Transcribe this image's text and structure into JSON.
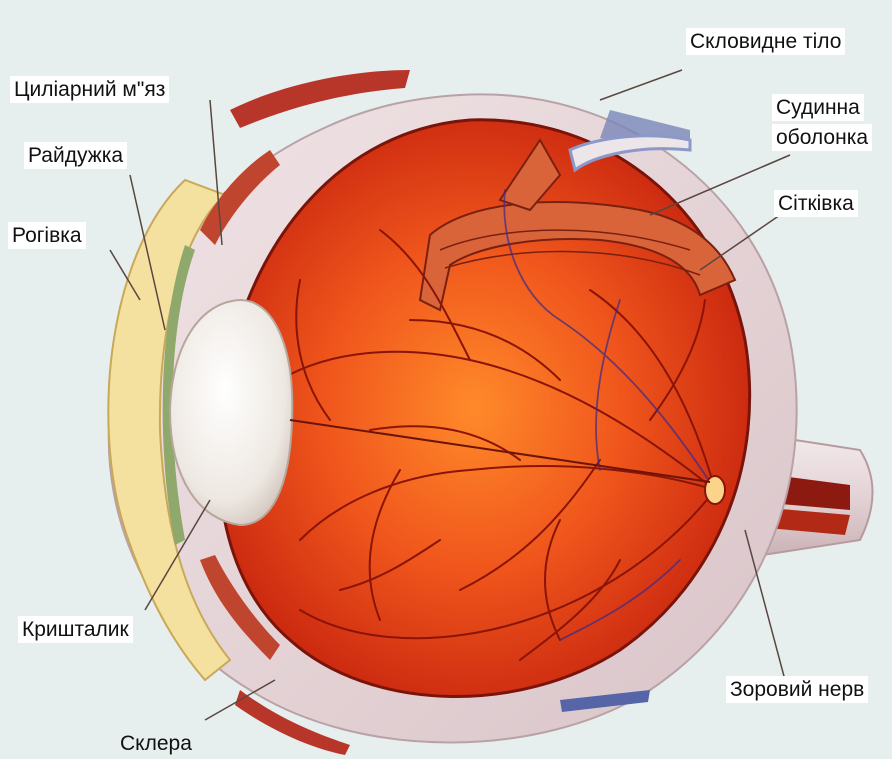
{
  "diagram": {
    "labels": {
      "vitreous_body": "Скловидне тіло",
      "ciliary_muscle": "Циліарний м\"яз",
      "choroid_line1": "Судинна",
      "choroid_line2": "оболонка",
      "iris": "Райдужка",
      "retina": "Сітківка",
      "cornea": "Рогівка",
      "lens": "Кришталик",
      "optic_nerve": "Зоровий нерв",
      "sclera": "Склера"
    },
    "colors": {
      "background": "#e6eeee",
      "eyeball_interior": "#e8401c",
      "sclera": "#e9d9dc",
      "vessels": "#8a1408",
      "leader_lines": "#5a4640"
    }
  }
}
